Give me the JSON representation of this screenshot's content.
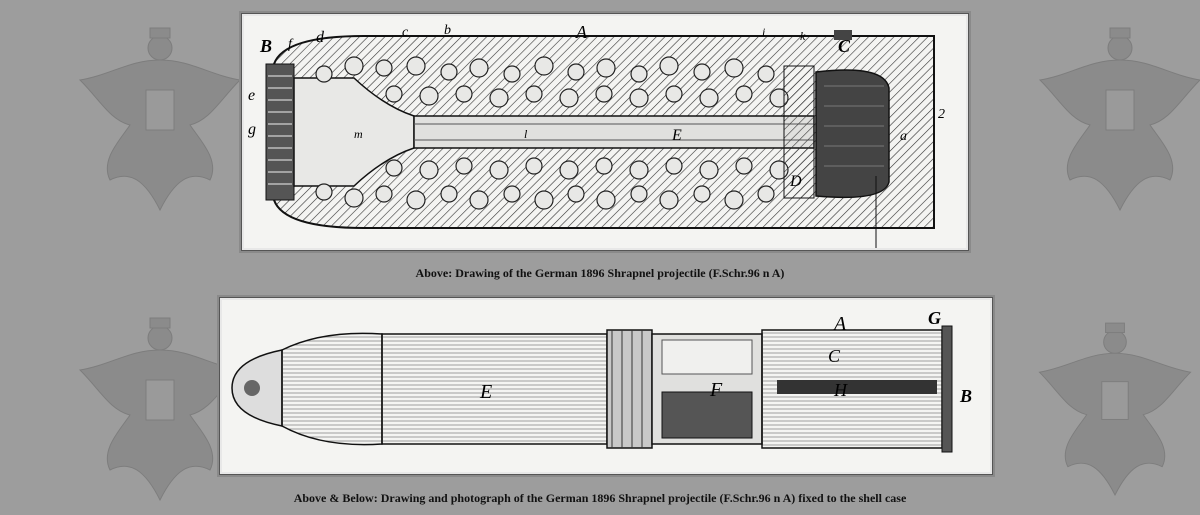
{
  "top_figure": {
    "caption": "Above: Drawing of the German 1896 Shrapnel projectile (F.Schr.96 n A)",
    "labels": {
      "B": "B",
      "f": "f",
      "d": "d",
      "c": "c",
      "b": "b",
      "A": "A",
      "i": "i",
      "k": "k",
      "C": "C",
      "e": "e",
      "g": "g",
      "m": "m",
      "l": "l",
      "E": "E",
      "D": "D",
      "a": "a",
      "two": "2"
    }
  },
  "bottom_figure": {
    "caption": "Above & Below: Drawing and photograph of the German 1896 Shrapnel projectile (F.Schr.96 n A) fixed to the shell case",
    "labels": {
      "E": "E",
      "F": "F",
      "A": "A",
      "C": "C",
      "H": "H",
      "G": "G",
      "B": "B"
    }
  },
  "colors": {
    "background": "#9d9d9d",
    "paper": "#f4f4f2",
    "ink": "#1a1a1a"
  }
}
